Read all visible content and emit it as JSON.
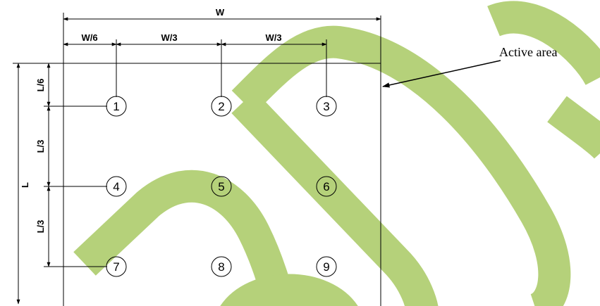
{
  "dimensions": {
    "width_total": "W",
    "width_first": "W/6",
    "width_second": "W/3",
    "width_third": "W/3",
    "length_total": "L",
    "length_first": "L/6",
    "length_second": "L/3",
    "length_third": "L/3"
  },
  "points": [
    "1",
    "2",
    "3",
    "4",
    "5",
    "6",
    "7",
    "8",
    "9"
  ],
  "callout": "Active area",
  "colors": {
    "watermark": "#b5d17a",
    "lines": "#000000"
  }
}
